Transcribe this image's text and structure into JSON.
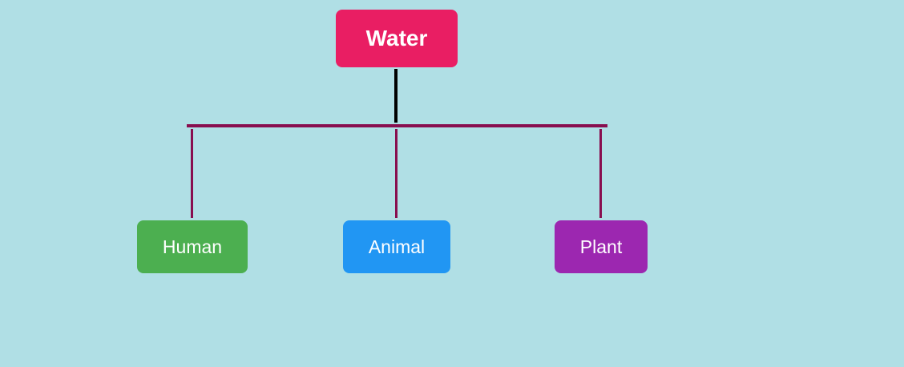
{
  "diagram": {
    "type": "tree",
    "root": {
      "label": "Water",
      "color": "#e91e63"
    },
    "children": [
      {
        "label": "Human",
        "color": "#4caf50"
      },
      {
        "label": "Animal",
        "color": "#2196f3"
      },
      {
        "label": "Plant",
        "color": "#9c27b0"
      }
    ],
    "connector_color": "#880e4f",
    "stem_color": "#000000",
    "background_color": "#b0dfe5"
  }
}
